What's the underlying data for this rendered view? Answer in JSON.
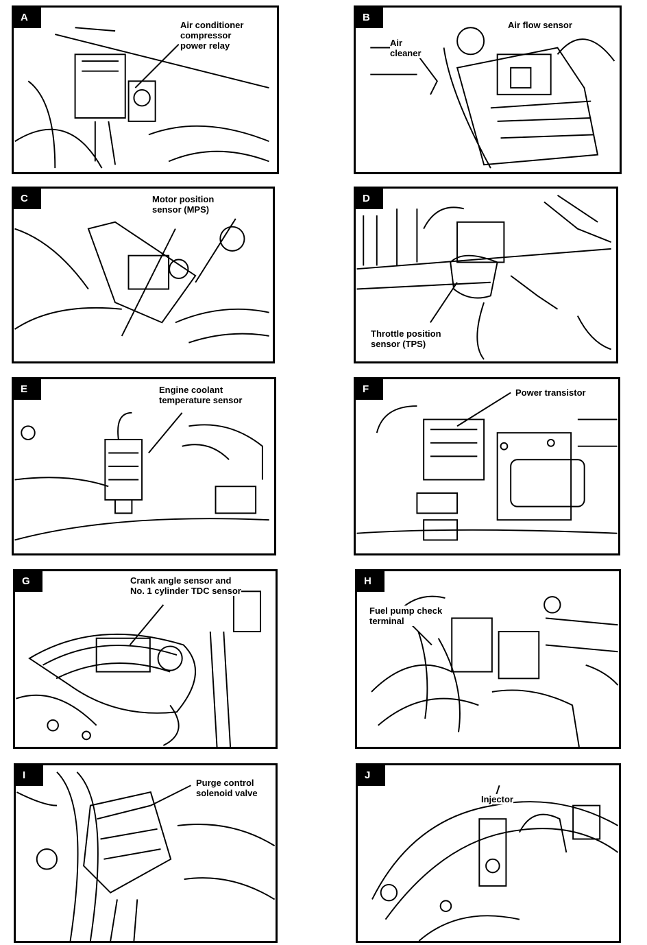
{
  "panels": [
    {
      "letter": "A",
      "caption": "Air conditioner\ncompressor\npower relay"
    },
    {
      "letter": "B",
      "caption": "Air flow sensor",
      "caption2": "Air\ncleaner"
    },
    {
      "letter": "C",
      "caption": "Motor position\nsensor (MPS)"
    },
    {
      "letter": "D",
      "caption": "Throttle position\nsensor (TPS)"
    },
    {
      "letter": "E",
      "caption": "Engine coolant\ntemperature sensor"
    },
    {
      "letter": "F",
      "caption": "Power transistor"
    },
    {
      "letter": "G",
      "caption": "Crank angle sensor and\nNo. 1 cylinder TDC sensor"
    },
    {
      "letter": "H",
      "caption": "Fuel pump check\nterminal"
    },
    {
      "letter": "I",
      "caption": "Purge control\nsolenoid valve"
    },
    {
      "letter": "J",
      "caption": "Injector"
    }
  ]
}
